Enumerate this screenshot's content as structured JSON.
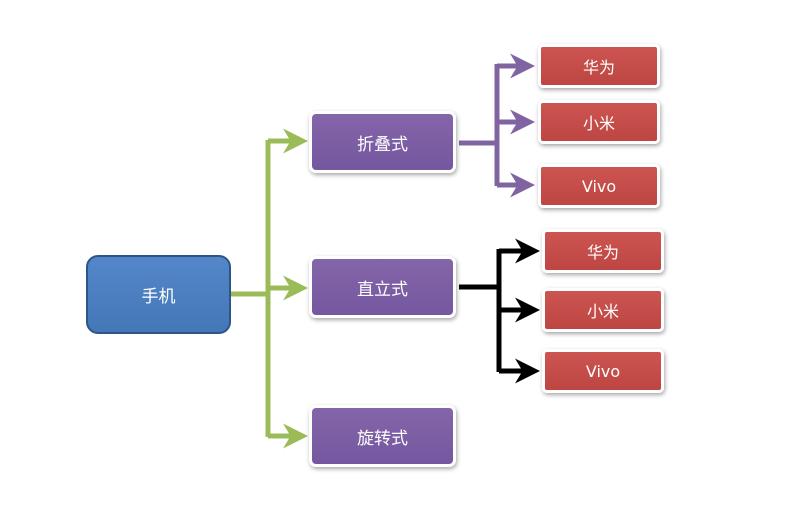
{
  "diagram": {
    "root": {
      "label": "手机"
    },
    "branches": [
      {
        "label": "折叠式",
        "children": [
          "华为",
          "小米",
          "Vivo"
        ]
      },
      {
        "label": "直立式",
        "children": [
          "华为",
          "小米",
          "Vivo"
        ]
      },
      {
        "label": "旋转式",
        "children": []
      }
    ]
  },
  "colors": {
    "root_fill": "#4a7ebf",
    "root_border": "#2f5486",
    "branch_fill": "#7b5ea3",
    "leaf_fill": "#c44d4a",
    "root_connector": "#9bbb59",
    "branch1_connector": "#8064a2",
    "branch2_connector": "#000000"
  }
}
